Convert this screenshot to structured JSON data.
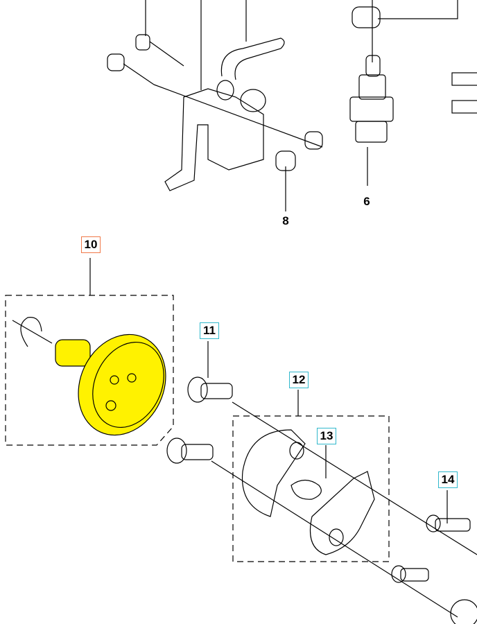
{
  "diagram": {
    "callouts": [
      {
        "id": "6",
        "label": "6",
        "style": "cyan"
      },
      {
        "id": "8",
        "label": "8",
        "style": "cyan"
      },
      {
        "id": "10",
        "label": "10",
        "style": "orange"
      },
      {
        "id": "11",
        "label": "11",
        "style": "cyan"
      },
      {
        "id": "12",
        "label": "12",
        "style": "cyan"
      },
      {
        "id": "13",
        "label": "13",
        "style": "cyan"
      },
      {
        "id": "14",
        "label": "14",
        "style": "cyan"
      }
    ],
    "colors": {
      "highlight": "#fff200",
      "line": "#000000",
      "callout_border": "#30b8cc",
      "selected_border": "#f07848"
    }
  }
}
